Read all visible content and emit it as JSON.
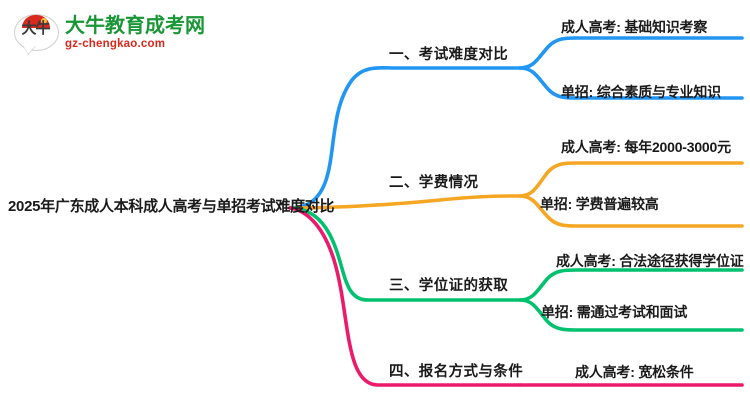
{
  "logo": {
    "mark_word": "大牛",
    "title": "大牛教育成考网",
    "subtitle": "gz-chengkao.com",
    "title_color": "#1a9636",
    "subtitle_color": "#d9281e",
    "cap_color": "#d9281e"
  },
  "mindmap": {
    "root": "2025年广东成人本科成人高考与单招考试难度对比",
    "branches": [
      {
        "label": "一、考试难度对比",
        "color": "#2196F3",
        "children": [
          "成人高考: 基础知识考察",
          "单招: 综合素质与专业知识"
        ]
      },
      {
        "label": "二、学费情况",
        "color": "#F5A623",
        "children": [
          "成人高考: 每年2000-3000元",
          "单招: 学费普遍较高"
        ]
      },
      {
        "label": "三、学位证的获取",
        "color": "#00C16E",
        "children": [
          "成人高考: 合法途径获得学位证",
          "单招: 需通过考试和面试"
        ]
      },
      {
        "label": "四、报名方式与条件",
        "color": "#EC1A6B",
        "children": [
          "成人高考: 宽松条件"
        ]
      }
    ]
  }
}
